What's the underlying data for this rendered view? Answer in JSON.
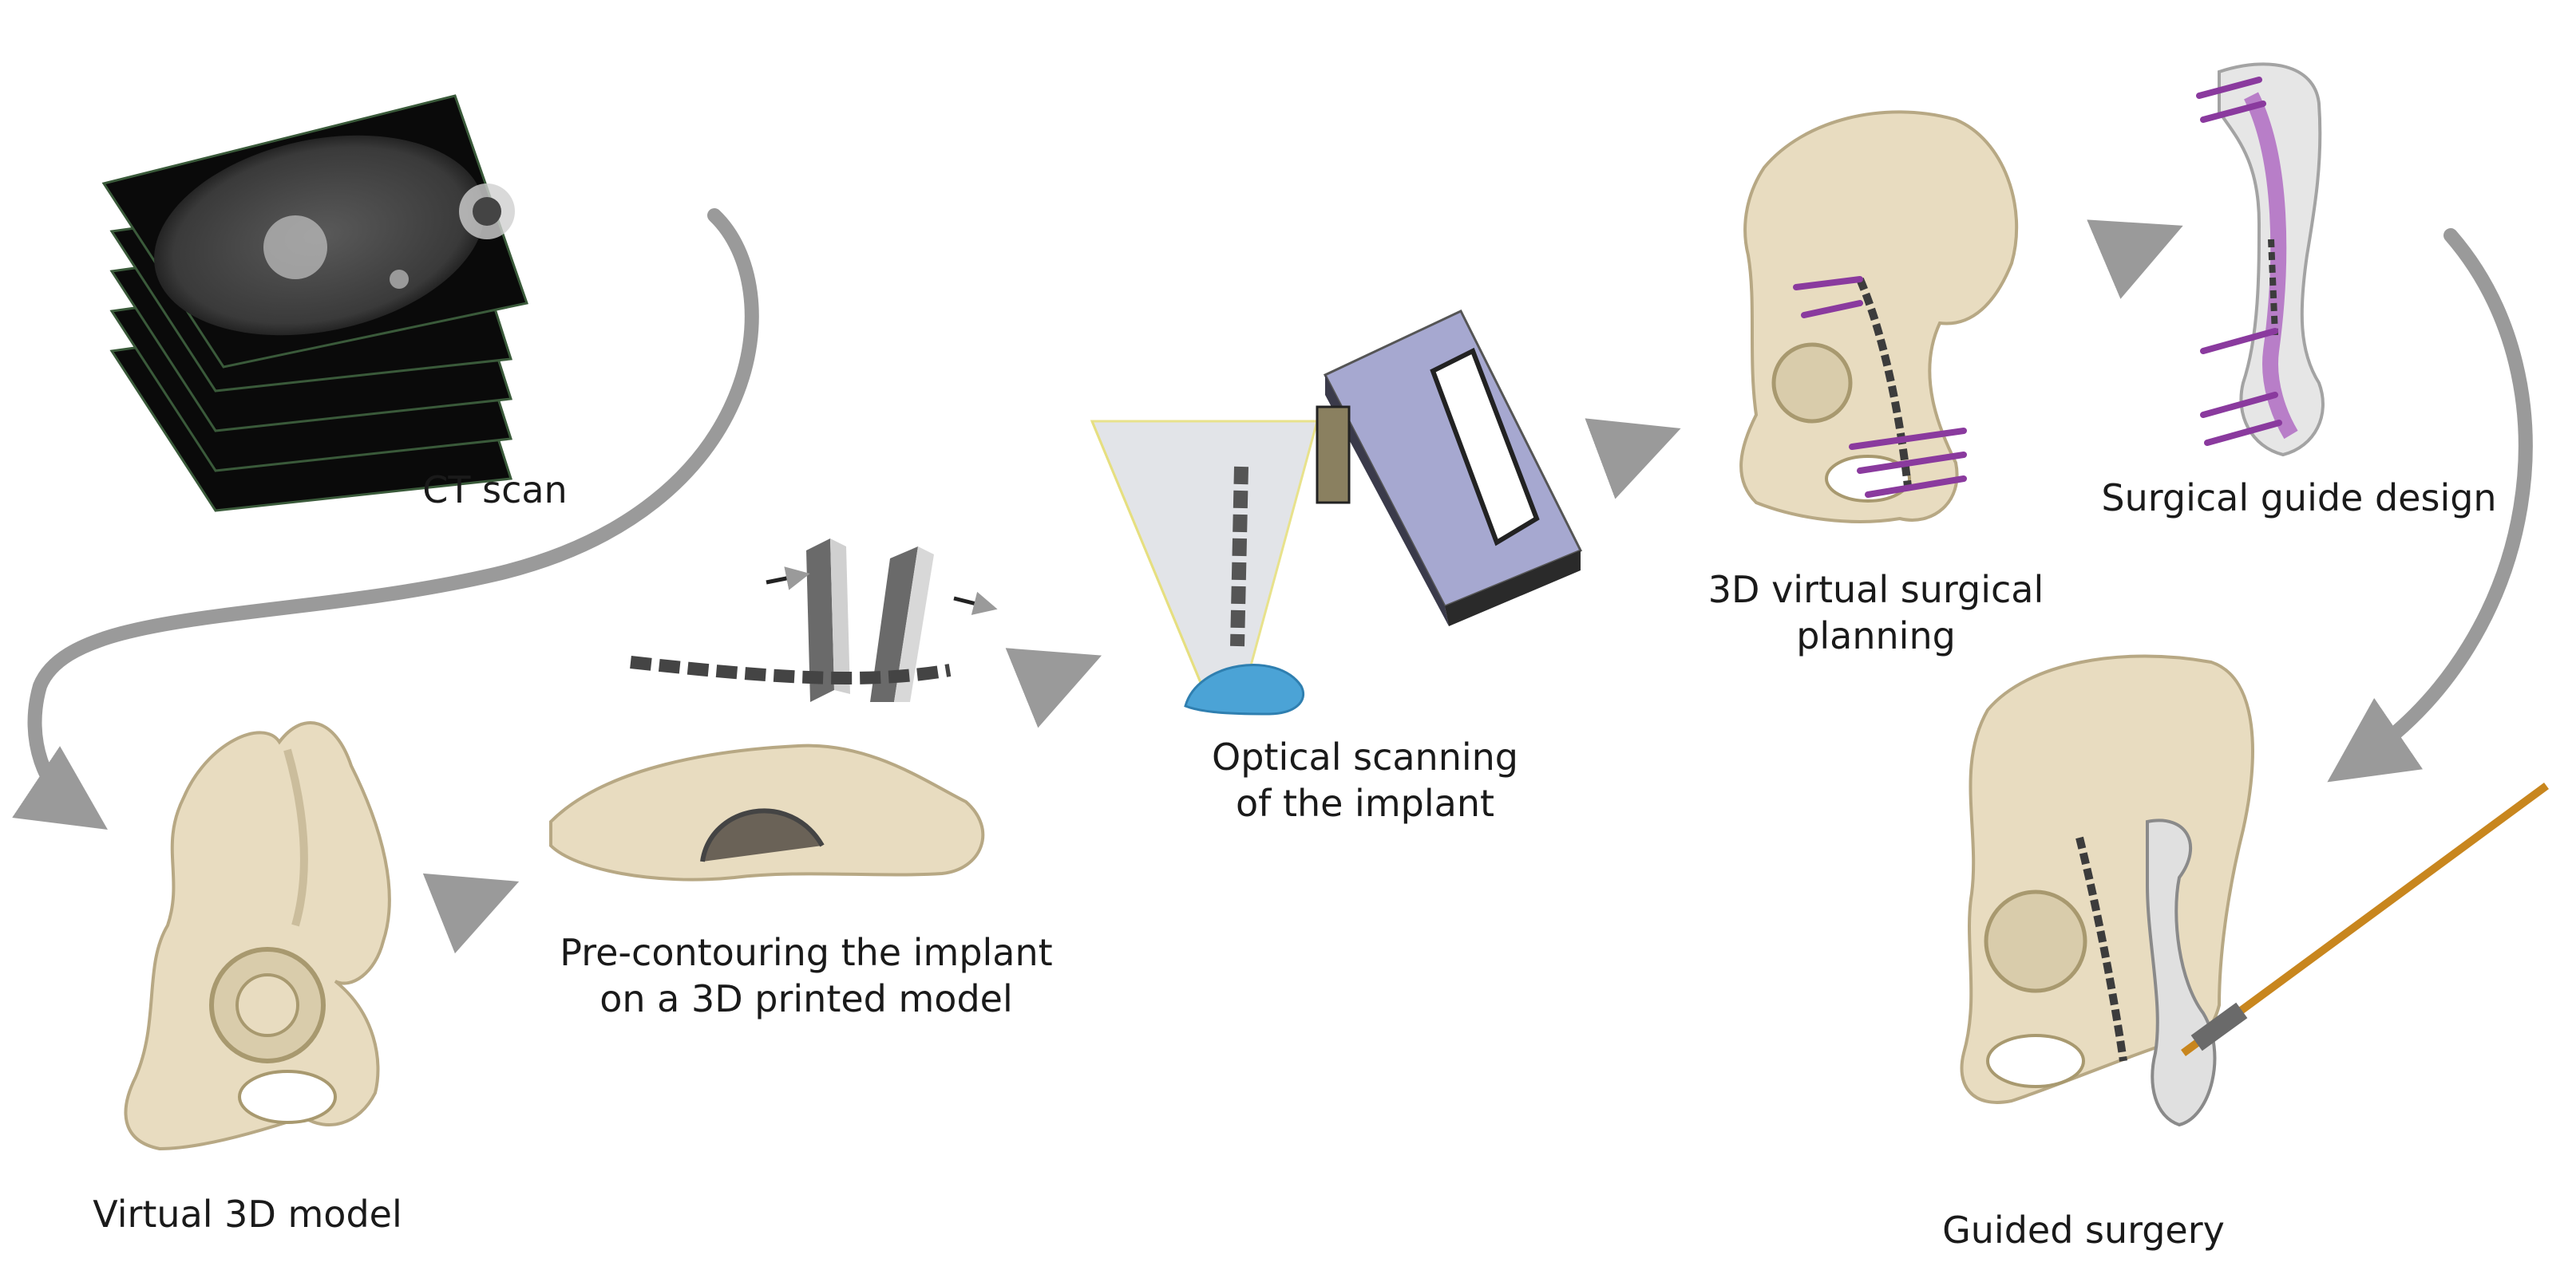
{
  "steps": {
    "ct_scan": "CT scan",
    "virtual_model": "Virtual 3D model",
    "precontouring": [
      "Pre-contouring the implant",
      "on a 3D printed model"
    ],
    "optical_scanning": [
      "Optical scanning",
      "of the implant"
    ],
    "surgical_planning": [
      "3D virtual surgical",
      "planning"
    ],
    "guide_design": "Surgical guide design",
    "guided_surgery": "Guided surgery"
  },
  "colors": {
    "bone": "#e8dcc0",
    "bone_shadow": "#b7a884",
    "arrow": "#9a9a9a",
    "screw": "#8a3a9e",
    "scanner": "#a6a8d0",
    "implant": "#555555",
    "guide": "#e0e0e0",
    "drill": "#c8861e",
    "model_blue": "#4ba3d6"
  }
}
